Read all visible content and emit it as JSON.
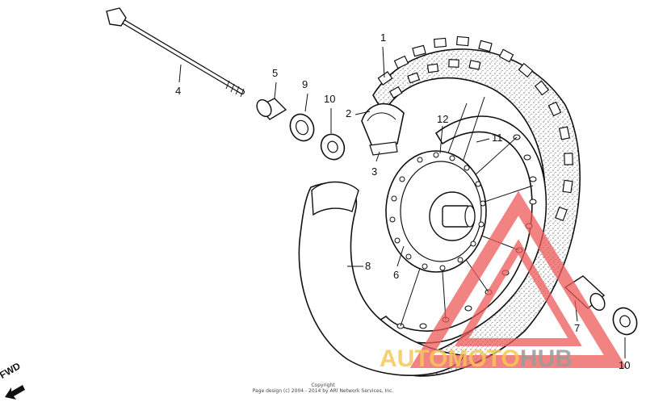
{
  "callouts": [
    {
      "id": "1",
      "label": "1"
    },
    {
      "id": "2",
      "label": "2"
    },
    {
      "id": "3",
      "label": "3"
    },
    {
      "id": "4",
      "label": "4"
    },
    {
      "id": "5",
      "label": "5"
    },
    {
      "id": "6",
      "label": "6"
    },
    {
      "id": "7",
      "label": "7"
    },
    {
      "id": "8",
      "label": "8"
    },
    {
      "id": "9",
      "label": "9"
    },
    {
      "id": "10a",
      "label": "10"
    },
    {
      "id": "10b",
      "label": "10"
    },
    {
      "id": "11",
      "label": "11"
    },
    {
      "id": "12",
      "label": "12"
    }
  ],
  "direction_label": "FWD",
  "copyright": {
    "line1": "Copyright",
    "line2": "Page design (c) 2004 - 2014 by ARI Network Services, Inc."
  },
  "watermark": {
    "part1": "AUTOMOTO",
    "part2": "HUB",
    "color_primary": "#f6c65a",
    "color_secondary": "#9b9b9b",
    "triangle_color": "#ee5a5a"
  }
}
